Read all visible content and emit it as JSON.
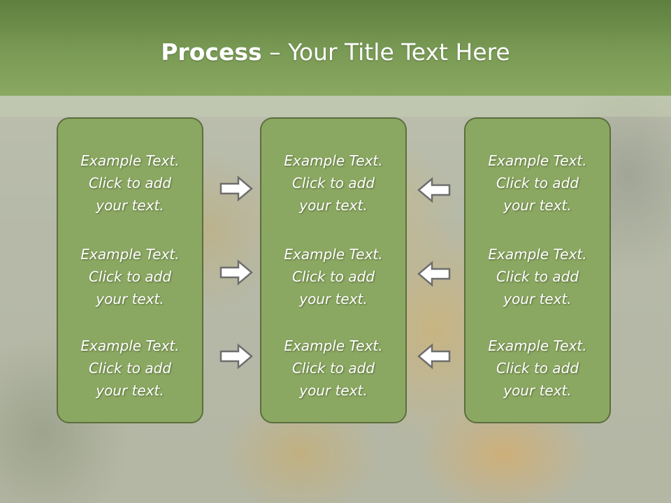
{
  "title": {
    "bold": "Process",
    "rest": " – Your Title Text Here"
  },
  "columns": [
    {
      "items": [
        "Example Text.\nClick  to add\nyour text.",
        "Example Text.\nClick  to add\nyour text.",
        "Example Text.\nClick  to add\nyour text."
      ]
    },
    {
      "items": [
        "Example Text.\nClick  to add\nyour text.",
        "Example Text.\nClick  to add\nyour text.",
        "Example Text.\nClick  to add\nyour text."
      ]
    },
    {
      "items": [
        "Example Text.\nClick  to add\nyour text.",
        "Example Text.\nClick  to add\nyour text.",
        "Example Text.\nClick  to add\nyour text."
      ]
    }
  ],
  "arrows": {
    "left_group_direction": "right",
    "right_group_direction": "left",
    "icon": "arrow-icon"
  },
  "colors": {
    "title_band": "#7a9b55",
    "box_fill": "#8ba862",
    "box_border": "#5c6e3e",
    "arrow_fill": "#ffffff",
    "arrow_stroke": "#6d6d6d",
    "text": "#ffffff"
  }
}
